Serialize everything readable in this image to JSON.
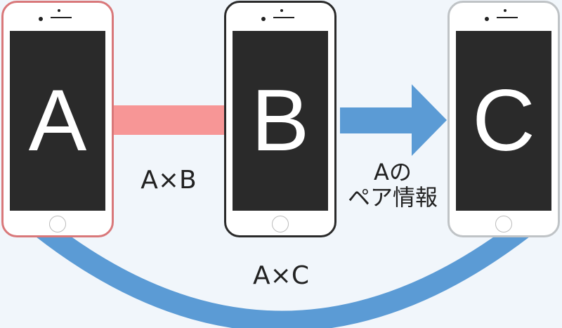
{
  "phones": [
    {
      "letter": "A",
      "border": "#d9787a"
    },
    {
      "letter": "B",
      "border": "#2a2a2a"
    },
    {
      "letter": "C",
      "border": "#bfc3c6"
    }
  ],
  "labels": {
    "ab": "A×B",
    "ac": "A×C",
    "pair_line1": "Aの",
    "pair_line2": "ペア情報"
  },
  "colors": {
    "pink": "#f79696",
    "blue": "#5b9bd5",
    "background": "#f1f6fb"
  }
}
